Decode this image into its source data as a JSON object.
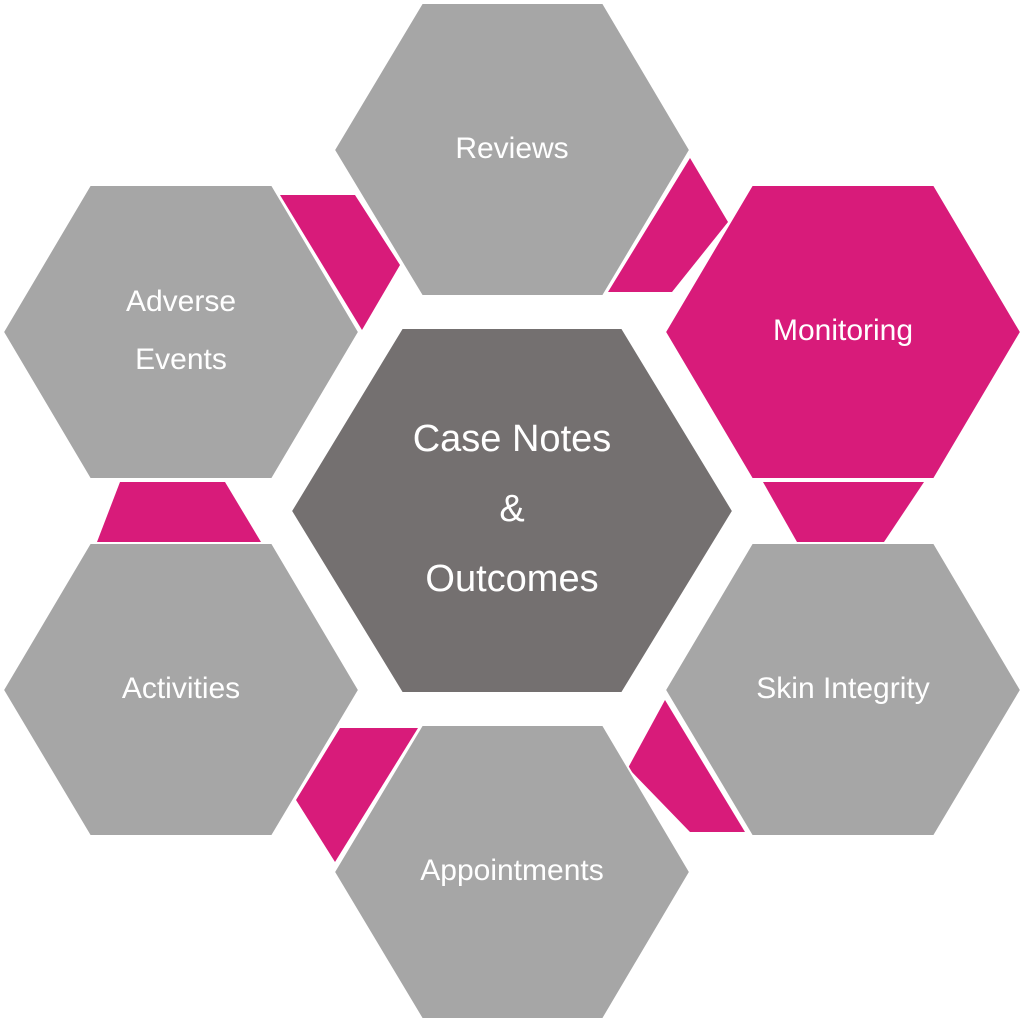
{
  "colors": {
    "accent": "#d81b7a",
    "outer_fill": "#a6a6a6",
    "center_fill": "#747070",
    "text": "#ffffff"
  },
  "center": {
    "lines": [
      "Case Notes",
      "&",
      "Outcomes"
    ]
  },
  "hexagons": [
    {
      "id": "reviews",
      "lines": [
        "Reviews"
      ],
      "highlight": false
    },
    {
      "id": "monitoring",
      "lines": [
        "Monitoring"
      ],
      "highlight": true
    },
    {
      "id": "skin-integrity",
      "lines": [
        "Skin Integrity"
      ],
      "highlight": false
    },
    {
      "id": "appointments",
      "lines": [
        "Appointments"
      ],
      "highlight": false
    },
    {
      "id": "activities",
      "lines": [
        "Activities"
      ],
      "highlight": false
    },
    {
      "id": "adverse-events",
      "lines": [
        "Adverse",
        "Events"
      ],
      "highlight": false
    }
  ]
}
